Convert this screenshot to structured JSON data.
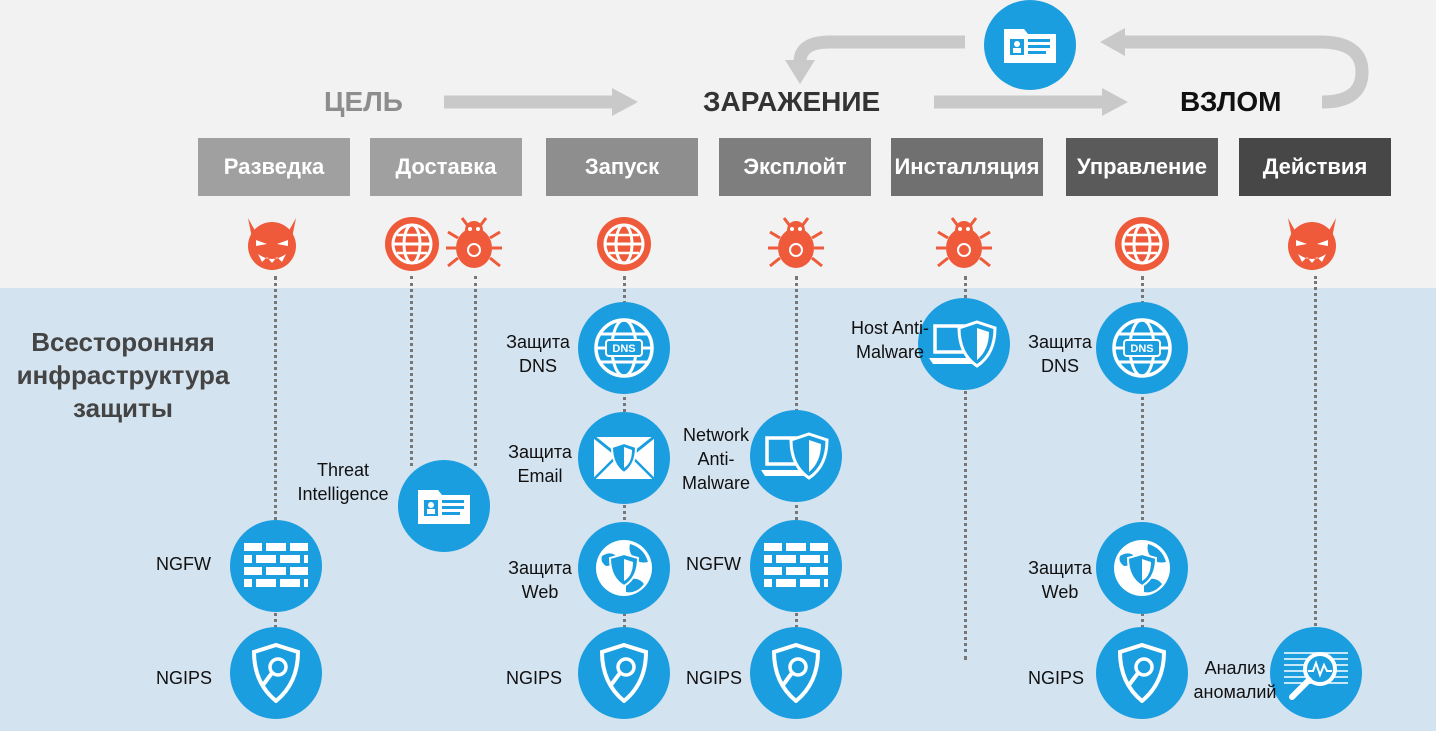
{
  "phases": {
    "target": "ЦЕЛЬ",
    "infection": "ЗАРАЖЕНИЕ",
    "breach": "ВЗЛОМ"
  },
  "stages": [
    "Разведка",
    "Доставка",
    "Запуск",
    "Эксплойт",
    "Инсталляция",
    "Управление",
    "Действия"
  ],
  "infrastructure_title": "Всесторонняя инфраструктура защиты",
  "labels": {
    "threat_intelligence": "Threat Intelligence",
    "ngfw_1": "NGFW",
    "ngips_1": "NGIPS",
    "dns_1": "Защита DNS",
    "email": "Защита Email",
    "web_1": "Защита Web",
    "ngips_2": "NGIPS",
    "network_anti_malware": "Network Anti- Malware",
    "ngfw_2": "NGFW",
    "ngips_3": "NGIPS",
    "host_anti_malware": "Host Anti- Malware",
    "dns_2": "Защита DNS",
    "web_2": "Защита Web",
    "ngips_4": "NGIPS",
    "anomaly": "Анализ аномалий"
  },
  "dns_badge": "DNS",
  "colors": {
    "accent_blue": "#1a9ee0",
    "threat_red": "#ee5a3a",
    "bottom_bg": "#d4e3f0",
    "top_bg": "#f2f2f2"
  }
}
